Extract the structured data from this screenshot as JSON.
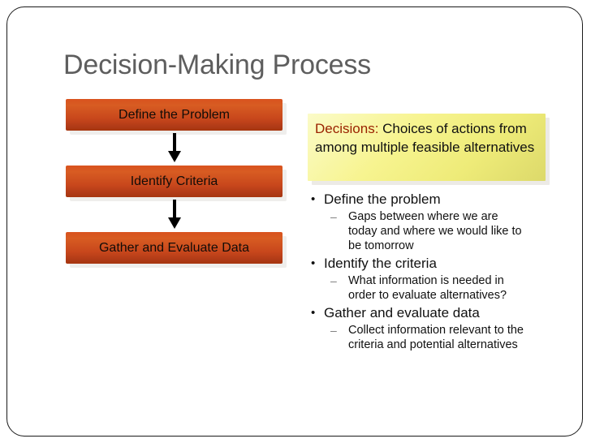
{
  "slide": {
    "title": "Decision-Making Process",
    "title_color": "#5e5e5e",
    "background": "#ffffff",
    "frame_color": "#1a1a1a"
  },
  "flowchart": {
    "accent_color": "#c8471c",
    "arrow_icon": "arrow-down-icon",
    "steps": [
      {
        "label": "Define the Problem"
      },
      {
        "label": "Identify Criteria"
      },
      {
        "label": "Gather and Evaluate Data"
      }
    ]
  },
  "callout": {
    "term": "Decisions:",
    "term_color": "#9a2200",
    "body": " Choices of actions from among multiple feasible alternatives",
    "fill_start": "#fbfbc8",
    "fill_end": "#dcd96a"
  },
  "bullets": {
    "level1_marker": "•",
    "level2_marker": "–",
    "items": [
      {
        "text": "Define the problem",
        "sub": [
          "Gaps between where we are today and where we would like to be tomorrow"
        ]
      },
      {
        "text": "Identify the criteria",
        "sub": [
          "What information is needed in order to evaluate alternatives?"
        ]
      },
      {
        "text": "Gather and evaluate data",
        "sub": [
          "Collect information relevant to the criteria and potential alternatives"
        ]
      }
    ]
  }
}
